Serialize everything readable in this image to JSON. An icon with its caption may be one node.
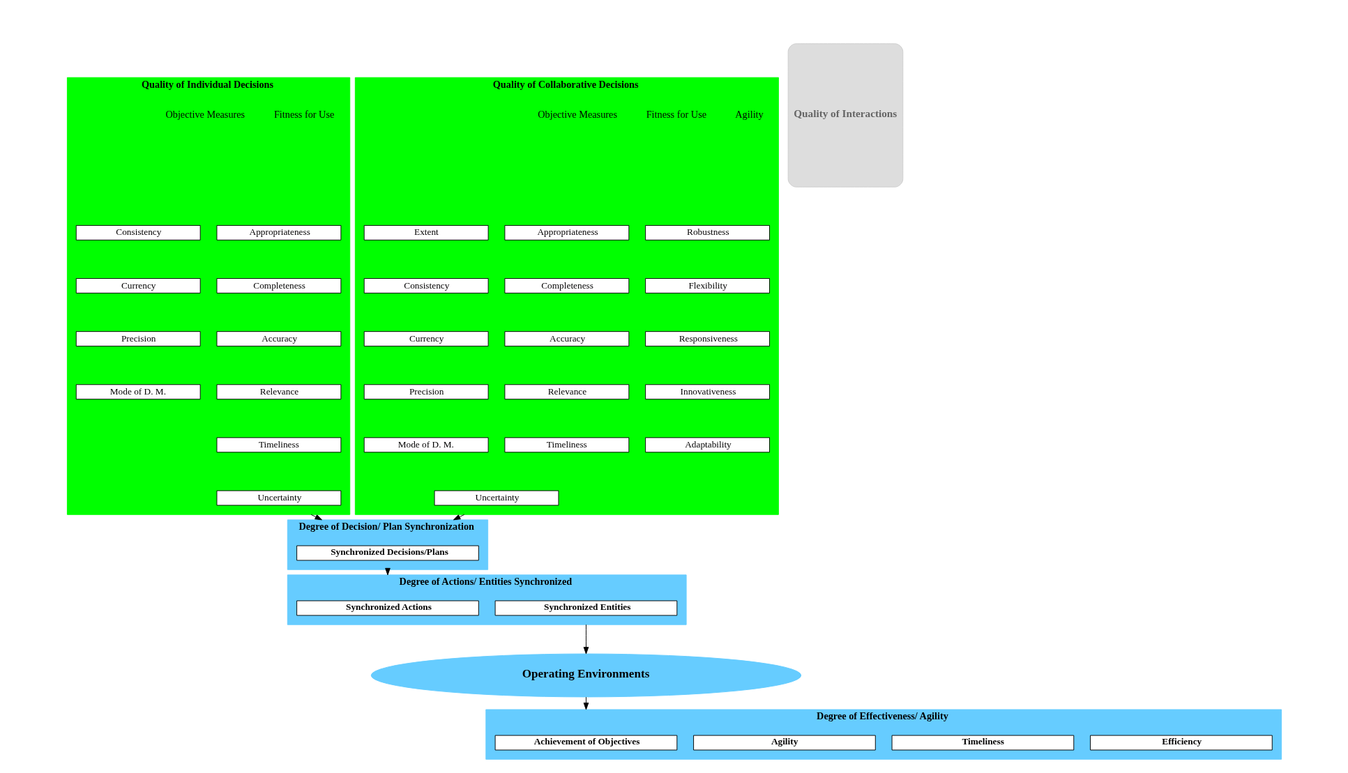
{
  "diagram": {
    "nodes": [
      {
        "text": [
          "Quality of Individual Decisions"
        ]
      },
      {
        "text": [
          "Consistency"
        ],
        "in": 0
      },
      {
        "text": [
          "Currency"
        ],
        "in": 0
      },
      {
        "text": [
          "Precision"
        ],
        "in": 0
      },
      {
        "text": [
          "Mode of D. M."
        ],
        "in": 0
      },
      {
        "text": [
          "Appropriateness"
        ],
        "in": 0
      },
      {
        "text": [
          "Completeness"
        ],
        "in": 0
      },
      {
        "text": [
          "Accuracy"
        ],
        "in": 0
      },
      {
        "text": [
          "Relevance"
        ],
        "in": 0
      },
      {
        "text": [
          "Timeliness"
        ],
        "in": 0
      },
      {
        "text": [
          "Uncertainty"
        ],
        "in": 0
      },
      {
        "text": [
          "Quality of Interactions"
        ]
      },
      {
        "text": [
          "Quality of Collaborative Decisions"
        ]
      },
      {
        "text": [
          "Extent"
        ],
        "in": 12
      },
      {
        "text": [
          "Consistency"
        ],
        "in": 12
      },
      {
        "text": [
          "Currency"
        ],
        "in": 12
      },
      {
        "text": [
          "Precision"
        ],
        "in": 12
      },
      {
        "text": [
          "Mode of D. M."
        ],
        "in": 12
      },
      {
        "text": [
          "Appropriateness"
        ],
        "in": 12
      },
      {
        "text": [
          "Completeness"
        ],
        "in": 12
      },
      {
        "text": [
          "Accuracy"
        ],
        "in": 12
      },
      {
        "text": [
          "Relevance"
        ],
        "in": 12
      },
      {
        "text": [
          "Timeliness"
        ],
        "in": 12
      },
      {
        "text": [
          "Uncertainty"
        ],
        "in": 12
      },
      {
        "text": [
          "Robustness"
        ],
        "in": 12
      },
      {
        "text": [
          "Flexibility"
        ],
        "in": 12
      },
      {
        "text": [
          "Responsiveness"
        ],
        "in": 12
      },
      {
        "text": [
          "Innovativeness"
        ],
        "in": 12
      },
      {
        "text": [
          "Adaptability"
        ],
        "in": 12
      },
      {
        "text": [
          "Degree of Decision/ Plan Synchronization"
        ]
      },
      {
        "text": [
          "Synchronized Decisions/Plans"
        ],
        "in": 29
      },
      {
        "text": [
          "Degree of Actions/ Entities Synchronized"
        ]
      },
      {
        "text": [
          "Synchronized Actions"
        ],
        "in": 31
      },
      {
        "text": [
          "Synchronized Entities"
        ],
        "in": 31
      },
      {
        "text": [
          "Operating Environments"
        ]
      },
      {
        "text": [
          "Degree of Effectiveness/ Agility"
        ]
      },
      {
        "text": [
          "Achievement of Objectives"
        ],
        "in": 35
      },
      {
        "text": [
          "Agility"
        ],
        "in": 35
      },
      {
        "text": [
          "Timeliness"
        ],
        "in": 35
      },
      {
        "text": [
          "Efficiency"
        ],
        "in": 35
      }
    ],
    "edges": [
      {
        "from": 0,
        "to": 29,
        "arrow": "to"
      },
      {
        "from": 12,
        "to": 29,
        "arrow": "to"
      },
      {
        "from": 29,
        "to": 31,
        "arrow": "to"
      },
      {
        "from": 31,
        "to": 34,
        "arrow": "to"
      },
      {
        "from": 34,
        "to": 35,
        "arrow": "to"
      }
    ],
    "labels": [
      "Objective Measures",
      "Fitness for Use",
      "Objective Measures",
      "Fitness for Use",
      "Agility"
    ]
  }
}
